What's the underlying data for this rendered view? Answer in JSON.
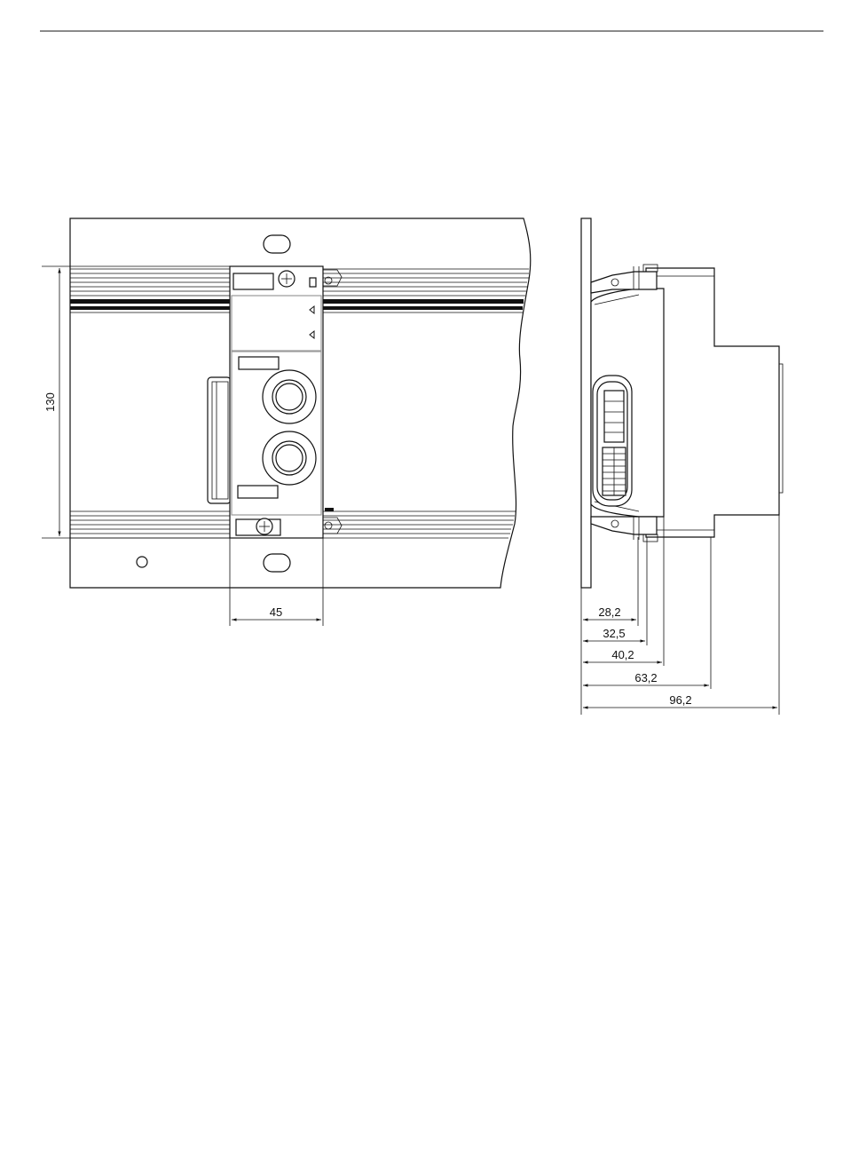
{
  "dimensions": {
    "height": "130",
    "width": "45",
    "depths": [
      "28,2",
      "32,5",
      "40,2",
      "63,2",
      "96,2"
    ]
  },
  "colors": {
    "line": "#111111",
    "module_outline": "#9a9a9a",
    "background": "#ffffff"
  }
}
